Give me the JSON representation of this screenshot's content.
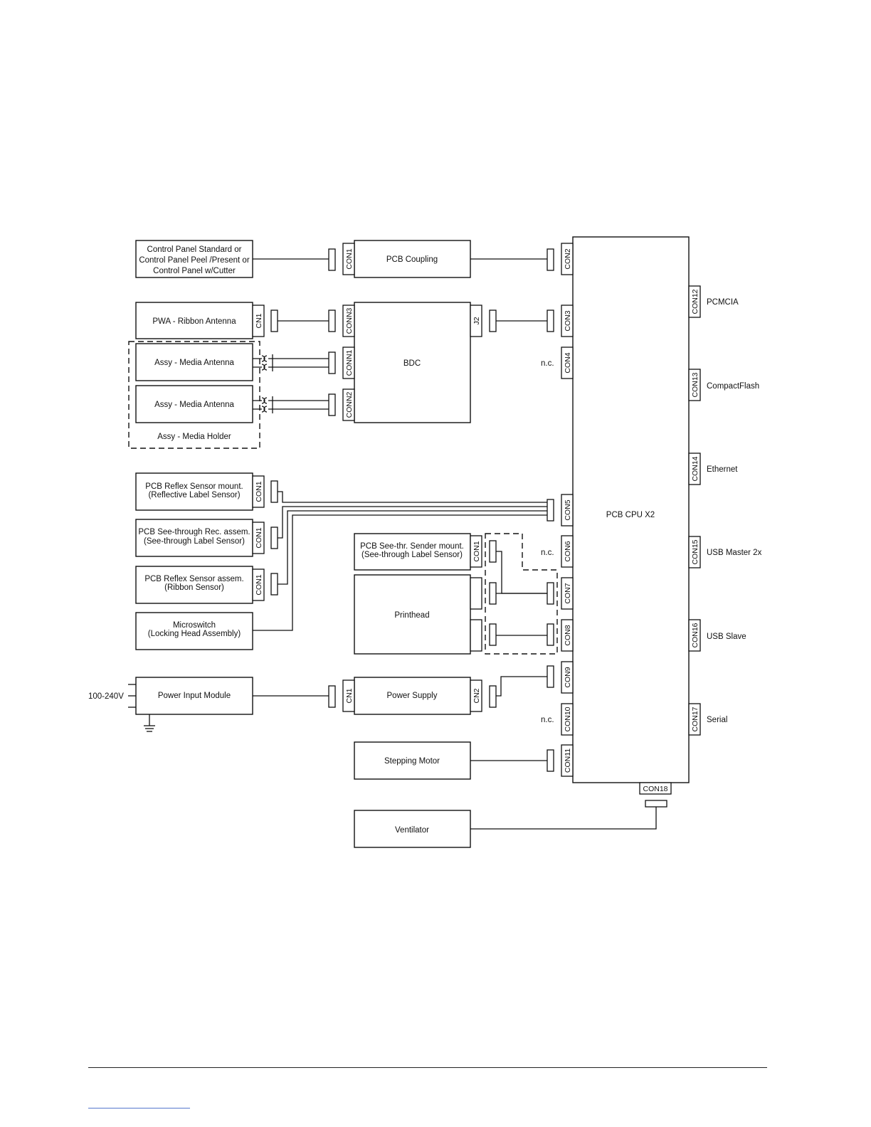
{
  "boxes": {
    "control_panel": [
      "Control Panel Standard  or",
      "Control Panel Peel /Present  or",
      "Control Panel w/Cutter"
    ],
    "pcb_coupling": [
      "PCB Coupling"
    ],
    "pwa_ribbon_antenna": [
      "PWA - Ribbon Antenna"
    ],
    "bdc": [
      "BDC"
    ],
    "media_antenna_1": [
      "Assy  - Media Antenna"
    ],
    "media_antenna_2": [
      "Assy - Media Antenna"
    ],
    "media_holder": [
      "Assy - Media Holder"
    ],
    "reflex_mount": [
      "PCB Reflex Sensor mount.",
      "(Reflective Label Sensor)"
    ],
    "see_through_rec": [
      "PCB See-through Rec. assem.",
      "(See-through Label Sensor)"
    ],
    "reflex_assem": [
      "PCB Reflex Sensor assem.",
      "(Ribbon Sensor)"
    ],
    "microswitch": [
      "Microswitch",
      "(Locking Head Assembly)"
    ],
    "sender_mount": [
      "PCB See-thr. Sender mount.",
      "(See-through Label Sensor)"
    ],
    "printhead": [
      "Printhead"
    ],
    "cpu": [
      "PCB CPU X2"
    ],
    "power_input": [
      "Power Input Module"
    ],
    "power_supply": [
      "Power Supply"
    ],
    "stepping_motor": [
      "Stepping Motor"
    ],
    "ventilator": [
      "Ventilator"
    ]
  },
  "connectors": {
    "con1_coupling": "CON1",
    "con2": "CON2",
    "cn1_ribbon": "CN1",
    "conn3": "CONN3",
    "j2": "J2",
    "con3": "CON3",
    "conn1": "CONN1",
    "conn2": "CONN2",
    "con4": "CON4",
    "con1_reflex_mount": "CON1",
    "con1_see_through": "CON1",
    "con1_reflex_assem": "CON1",
    "con5": "CON5",
    "con1_sender": "CON1",
    "con6": "CON6",
    "con7": "CON7",
    "con8": "CON8",
    "con9": "CON9",
    "cn1_psu": "CN1",
    "cn2_psu": "CN2",
    "con10": "CON10",
    "con11": "CON11",
    "con12": "CON12",
    "con13": "CON13",
    "con14": "CON14",
    "con15": "CON15",
    "con16": "CON16",
    "con17": "CON17",
    "con18": "CON18"
  },
  "side_labels": {
    "pcmcia": "PCMCIA",
    "compactflash": "CompactFlash",
    "ethernet": "Ethernet",
    "usb_master": "USB Master 2x",
    "usb_slave": "USB Slave",
    "serial": "Serial",
    "voltage": "100-240V",
    "nc_con4": "n.c.",
    "nc_con6": "n.c.",
    "nc_con10": "n.c."
  }
}
